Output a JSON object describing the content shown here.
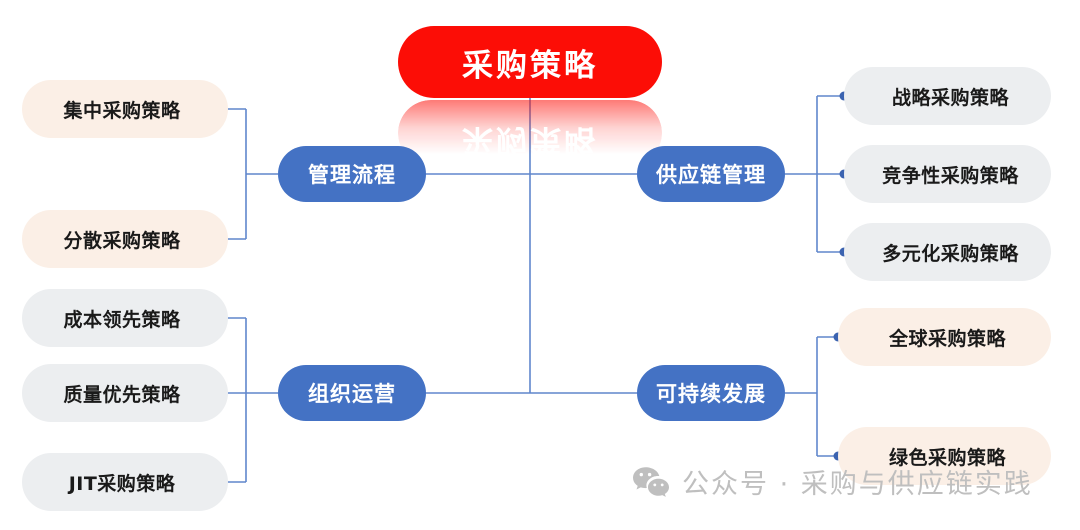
{
  "diagram": {
    "type": "mind-map",
    "root": {
      "label": "采购策略",
      "color": "#FC0D06"
    },
    "branch_color": "#4472C4",
    "leaf_colors": {
      "cream": "#FBEFE6",
      "grey": "#ECEEF0"
    },
    "connector_color": "#4472C4",
    "branches": [
      {
        "label": "管理流程",
        "side": "left",
        "leaf_style": "cream",
        "leaves": [
          {
            "label": "集中采购策略"
          },
          {
            "label": "分散采购策略"
          }
        ]
      },
      {
        "label": "组织运营",
        "side": "left",
        "leaf_style": "grey",
        "leaves": [
          {
            "label": "成本领先策略"
          },
          {
            "label": "质量优先策略"
          },
          {
            "label": "JIT采购策略"
          }
        ]
      },
      {
        "label": "供应链管理",
        "side": "right",
        "leaf_style": "grey",
        "leaves": [
          {
            "label": "战略采购策略"
          },
          {
            "label": "竞争性采购策略"
          },
          {
            "label": "多元化采购策略"
          }
        ]
      },
      {
        "label": "可持续发展",
        "side": "right",
        "leaf_style": "cream",
        "leaves": [
          {
            "label": "全球采购策略"
          },
          {
            "label": "绿色采购策略"
          }
        ]
      }
    ]
  },
  "watermark": {
    "icon": "wechat-icon",
    "text": "公众号 · 采购与供应链实践"
  }
}
